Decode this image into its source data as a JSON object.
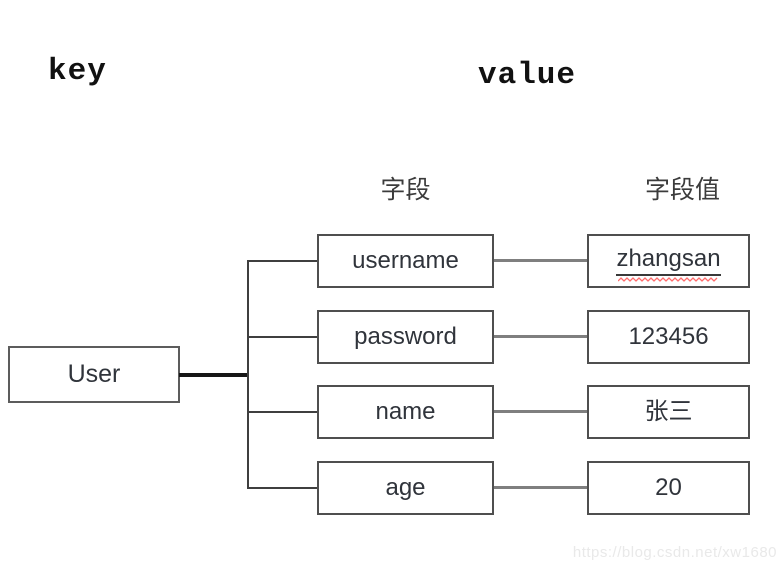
{
  "header": {
    "key_label": "key",
    "value_label": "value"
  },
  "diagram": {
    "root_label": "User",
    "field_column_header": "字段",
    "value_column_header": "字段值",
    "rows": [
      {
        "field": "username",
        "value": "zhangsan",
        "spellcheck_flagged": true
      },
      {
        "field": "password",
        "value": "123456",
        "spellcheck_flagged": false
      },
      {
        "field": "name",
        "value": "张三",
        "spellcheck_flagged": false
      },
      {
        "field": "age",
        "value": "20",
        "spellcheck_flagged": false
      }
    ]
  },
  "watermark": {
    "text": "https://blog.csdn.net/xw1680"
  },
  "colors": {
    "box_border": "#4f4f4f",
    "tree_line": "#3f3f3f",
    "root_line": "#161616",
    "value_connector": "#7f7f7f",
    "spellcheck_squiggle": "#ff6b6b",
    "text": "#30343b",
    "watermark_text": "#e9e9e9"
  }
}
